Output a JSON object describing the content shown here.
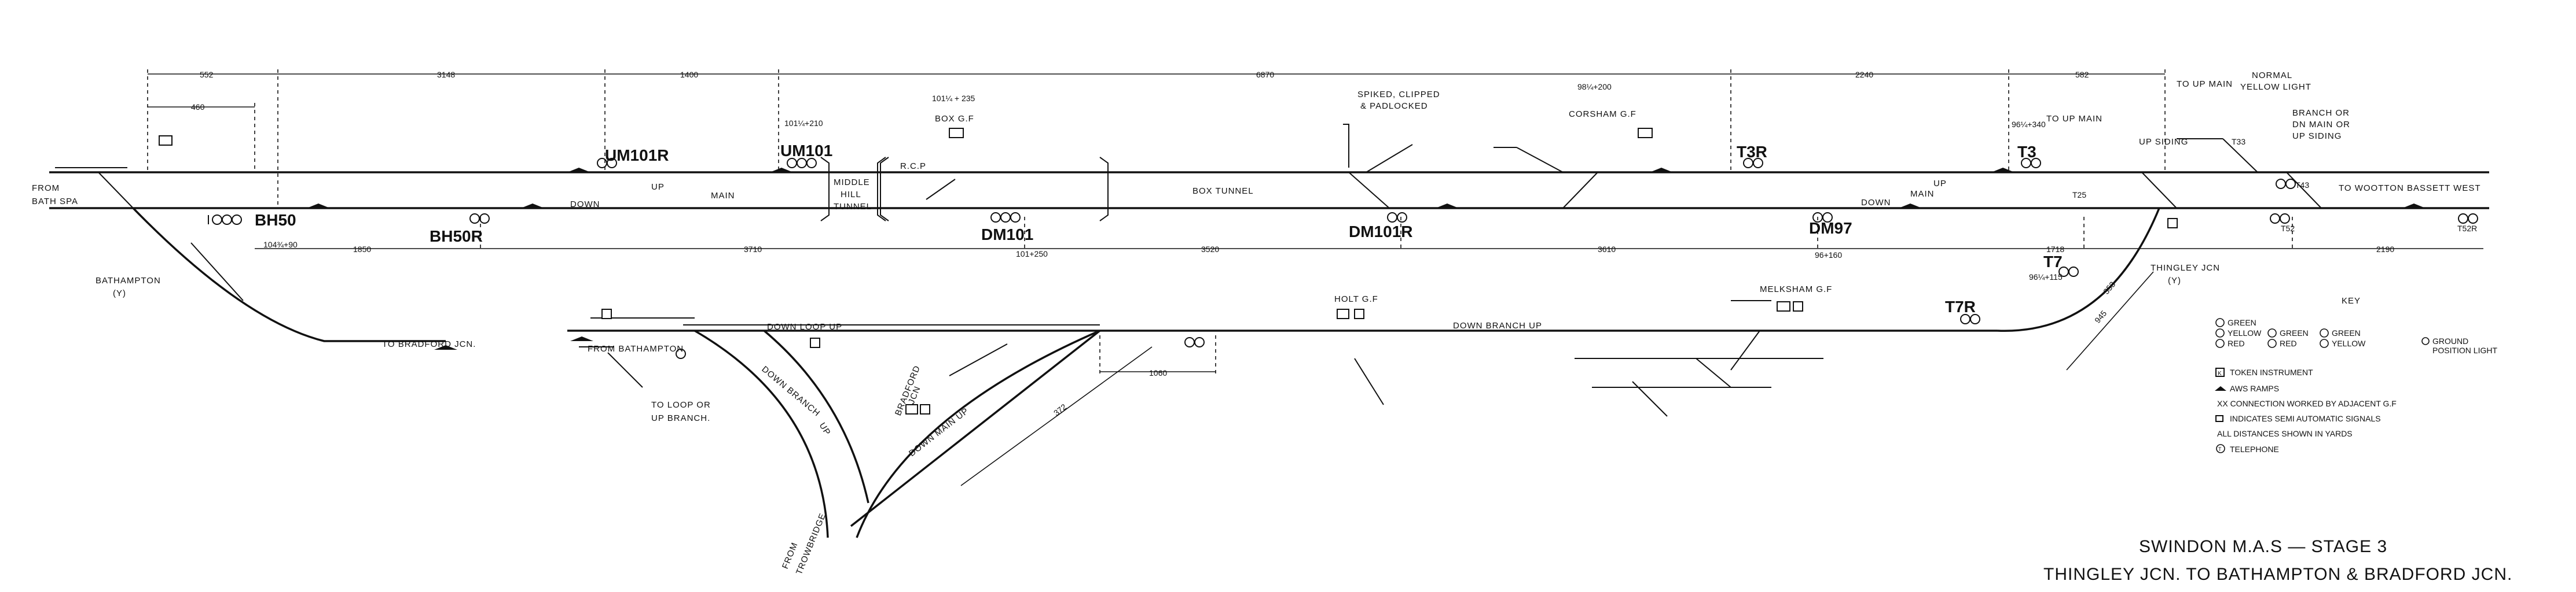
{
  "places": {
    "from_bath_spa": [
      "FROM",
      "BATH SPA"
    ],
    "to_wootton_bassett": "TO WOOTTON BASSETT WEST",
    "to_bradford_jcn": "TO BRADFORD JCN.",
    "from_bathampton": "FROM BATHAMPTON",
    "to_loop_or_up_branch": [
      "TO LOOP OR",
      "UP BRANCH."
    ],
    "from_trowbridge": [
      "FROM",
      "TROWBRIDGE"
    ],
    "bradford_jcn": [
      "BRADFORD",
      "JCN"
    ],
    "bathampton": [
      "BATHAMPTON",
      "(Y)"
    ],
    "thingley_jcn": [
      "THINGLEY JCN",
      "(Y)"
    ],
    "holt_gf": "HOLT G.F",
    "melksham_gf": "MELKSHAM G.F",
    "corsham_gf": "CORSHAM G.F",
    "box_gf": "BOX G.F",
    "to_up_main": "TO UP MAIN",
    "to_up_main_2": "TO UP MAIN",
    "normal_yellow": [
      "NORMAL",
      "YELLOW LIGHT"
    ],
    "branch_or": [
      "BRANCH OR",
      "DN MAIN OR",
      "UP SIDING"
    ],
    "up_siding": "UP SIDING",
    "spiked": [
      "SPIKED, CLIPPED",
      "& PADLOCKED"
    ]
  },
  "lines": {
    "up": "UP",
    "main": "MAIN",
    "down": "DOWN",
    "up_2": "UP",
    "main_2": "MAIN",
    "down_2": "DOWN",
    "rcp": "R.C.P",
    "box_tunnel": "BOX TUNNEL",
    "middle_hill": [
      "MIDDLE",
      "HILL",
      "TUNNEL"
    ],
    "down_loop_up": "DOWN LOOP UP",
    "down_branch_up": "DOWN BRANCH UP",
    "down_branch_curve": "DOWN BRANCH",
    "up_curve": "UP",
    "down_main_up": "DOWN MAIN UP"
  },
  "signals": {
    "bh50": "BH50",
    "bh50r": "BH50R",
    "um101r": "UM101R",
    "um101": "UM101",
    "dm101": "DM101",
    "dm101r": "DM101R",
    "t3r": "T3R",
    "t3": "T3",
    "dm97": "DM97",
    "t7": "T7",
    "t7r": "T7R",
    "t33": "T33",
    "t43": "T43",
    "t25": "T25",
    "t52": "T52",
    "t52r": "T52R"
  },
  "mileages": {
    "bh50": "104¾+90",
    "um101": "101¼+210",
    "box": "101¼ + 235",
    "dm101": "101+250",
    "corsham": "98¼+200",
    "t3": "96¼+340",
    "dm97": "96+160",
    "t7": "96¼+115"
  },
  "distances": {
    "top": [
      "552",
      "3148",
      "1400",
      "6870",
      "2240",
      "582"
    ],
    "d460": "460",
    "bottom": [
      "1850",
      "3710",
      "3520",
      "3610",
      "1718",
      "2190"
    ],
    "d1060": "1060",
    "d372": "372",
    "d353": "353",
    "d945": "945"
  },
  "key": {
    "title": "KEY",
    "asp3": [
      "GREEN",
      "YELLOW",
      "RED"
    ],
    "asp2a": [
      "GREEN",
      "RED"
    ],
    "asp2b": [
      "GREEN",
      "YELLOW"
    ],
    "ground": [
      "GROUND",
      "POSITION LIGHT"
    ],
    "k_letter": "K",
    "token": "TOKEN INSTRUMENT",
    "aws": "AWS RAMPS",
    "xx": "XX  CONNECTION WORKED BY ADJACENT G.F",
    "semi": "INDICATES SEMI AUTOMATIC SIGNALS",
    "distances_note": "ALL DISTANCES SHOWN IN YARDS",
    "t_letter": "T",
    "telephone": "TELEPHONE"
  },
  "title": {
    "line1": "SWINDON M.A.S  —  STAGE 3",
    "line2": "THINGLEY JCN. TO BATHAMPTON & BRADFORD JCN."
  }
}
